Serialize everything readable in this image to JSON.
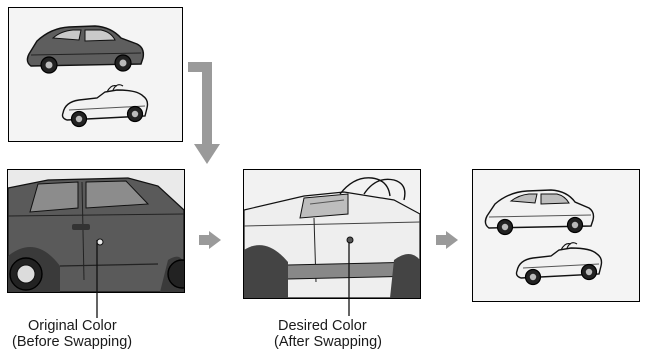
{
  "original_label": {
    "line1": "Original Color",
    "line2": "(Before Swapping)"
  },
  "desired_label": {
    "line1": "Desired Color",
    "line2": "(After Swapping)"
  },
  "icons": {
    "original_car": "dark-sedan-icon",
    "desired_car": "white-convertible-icon",
    "flow_arrow": "gray-arrow-icon"
  },
  "colors": {
    "original_body": "#5a5a5a",
    "desired_body": "#efefef",
    "arrow": "#9a9a9a"
  }
}
